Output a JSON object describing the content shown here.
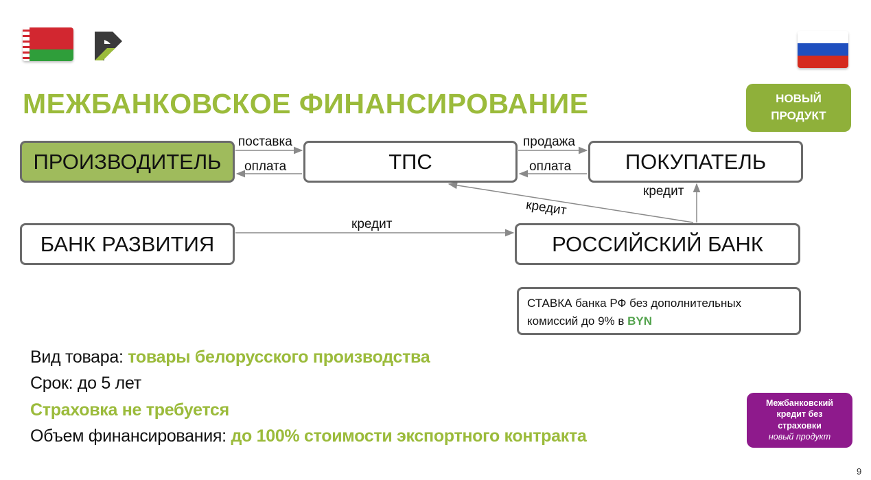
{
  "title": "МЕЖБАНКОВСКОЕ ФИНАНСИРОВАНИЕ",
  "new_product_badge": {
    "line1": "НОВЫЙ",
    "line2": "ПРОДУКТ"
  },
  "boxes": {
    "producer": "ПРОИЗВОДИТЕЛЬ",
    "tps": "ТПС",
    "buyer": "ПОКУПАТЕЛЬ",
    "dev_bank": "БАНК РАЗВИТИЯ",
    "russian_bank": "РОССИЙСКИЙ БАНК"
  },
  "flows": {
    "delivery": "поставка",
    "payment_left": "оплата",
    "sale": "продажа",
    "payment_right": "оплата",
    "credit_buyer": "кредит",
    "credit_tps": "кредит",
    "credit_dev": "кредит"
  },
  "rate_note": {
    "line1": "СТАВКА банка РФ без дополнительных",
    "line2_prefix": "комиссий до 9% в",
    "currency": "BYN"
  },
  "details": {
    "goods_label": "Вид товара:",
    "goods_value": "товары белорусского производства",
    "term": "Срок: до 5 лет",
    "insurance": "Страховка не требуется",
    "volume_label": "Объем финансирования:",
    "volume_value": "до 100% стоимости экспортного контракта"
  },
  "purple_badge": {
    "line1": "Межбанковский",
    "line2": "кредит  без",
    "line3": "страховки",
    "line4": "новый продукт"
  },
  "page_number": "9",
  "colors": {
    "accent_green": "#9bbb3b",
    "producer_fill": "#9fbb5c",
    "purple": "#8e1a8c",
    "byn_green": "#53a34d"
  }
}
